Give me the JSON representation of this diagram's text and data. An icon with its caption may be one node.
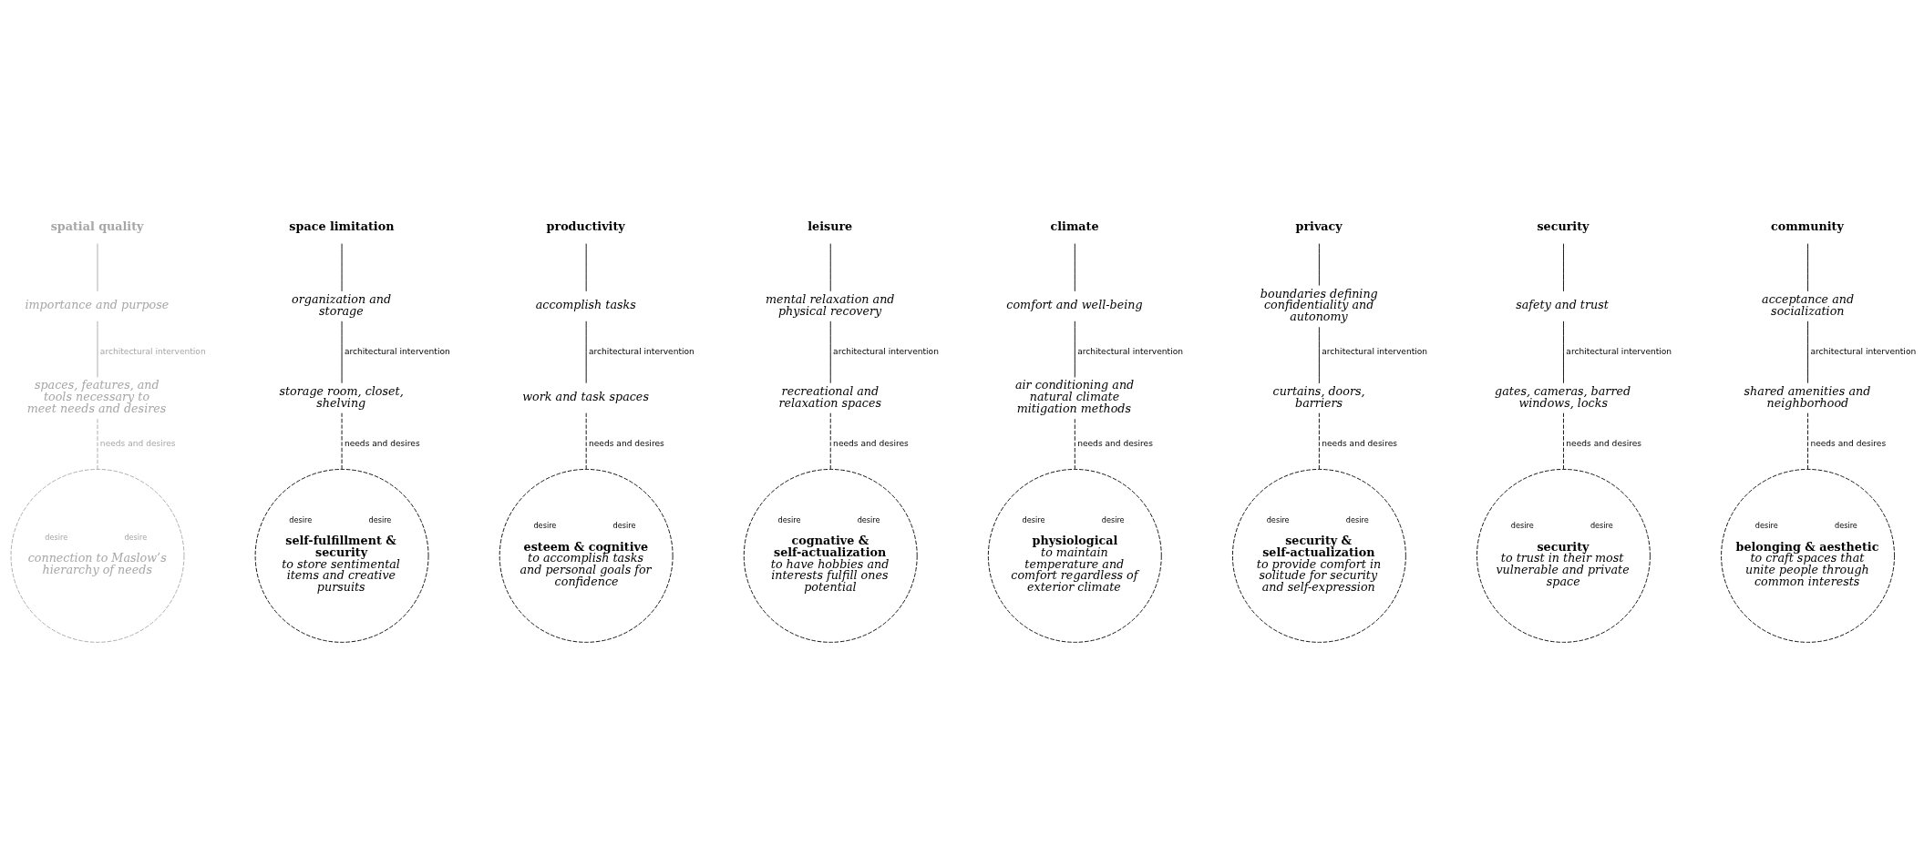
{
  "diagram": {
    "nodes": [
      {
        "text": [
          "spatial quality"
        ]
      },
      {
        "text": [
          "space limitation"
        ]
      },
      {
        "text": [
          "productivity"
        ]
      },
      {
        "text": [
          "leisure"
        ]
      },
      {
        "text": [
          "climate"
        ]
      },
      {
        "text": [
          "privacy"
        ]
      },
      {
        "text": [
          "security"
        ]
      },
      {
        "text": [
          "community"
        ]
      },
      {
        "text": [
          "importance and purpose"
        ]
      },
      {
        "text": [
          "organization and storage"
        ]
      },
      {
        "text": [
          "accomplish tasks"
        ]
      },
      {
        "text": [
          "mental relaxation and physical recovery"
        ]
      },
      {
        "text": [
          "comfort and well-being"
        ]
      },
      {
        "text": [
          "boundaries defining confidentiality and autonomy"
        ]
      },
      {
        "text": [
          "safety and trust"
        ]
      },
      {
        "text": [
          "acceptance and socialization"
        ]
      },
      {
        "text": [
          "spaces, features, and tools necessary to meet needs and desires"
        ]
      },
      {
        "text": [
          "storage room, closet, shelving"
        ]
      },
      {
        "text": [
          "work and task spaces"
        ]
      },
      {
        "text": [
          "recreational and relaxation spaces"
        ]
      },
      {
        "text": [
          "air conditioning and natural climate mitigation methods"
        ]
      },
      {
        "text": [
          "curtains, doors, barriers"
        ]
      },
      {
        "text": [
          "gates, cameras, barred windows, locks"
        ]
      },
      {
        "text": [
          "shared amenities and neighborhood"
        ]
      },
      {
        "text": [
          "desire",
          "desire",
          "connection to Maslow’s hierarchy of needs"
        ]
      },
      {
        "text": [
          "desire",
          "desire",
          "self-fulfillment & security",
          "to store sentimental items and creative pursuits"
        ]
      },
      {
        "text": [
          "desire",
          "desire",
          "esteem & cognitive",
          "to accomplish tasks and personal goals for confidence"
        ]
      },
      {
        "text": [
          "desire",
          "desire",
          "cognative & self-actualization",
          "to have hobbies and interests fulfill ones potential"
        ]
      },
      {
        "text": [
          "desire",
          "desire",
          "physiological",
          "to maintain temperature and comfort regardless of exterior climate"
        ]
      },
      {
        "text": [
          "desire",
          "desire",
          "security & self-actualization",
          "to provide comfort in solitude for security and self-expression"
        ]
      },
      {
        "text": [
          "desire",
          "desire",
          "security",
          "to trust in their most vulnerable and private space"
        ]
      },
      {
        "text": [
          "desire",
          "desire",
          "belonging & aesthetic",
          "to craft spaces that unite people through common interests"
        ]
      }
    ],
    "edges": [
      {
        "from": 0,
        "to": 8,
        "arrow": "none",
        "color": "#a6a6a6"
      },
      {
        "from": 1,
        "to": 9,
        "arrow": "none"
      },
      {
        "from": 2,
        "to": 10,
        "arrow": "none"
      },
      {
        "from": 3,
        "to": 11,
        "arrow": "none"
      },
      {
        "from": 4,
        "to": 12,
        "arrow": "none"
      },
      {
        "from": 5,
        "to": 13,
        "arrow": "none"
      },
      {
        "from": 6,
        "to": 14,
        "arrow": "none"
      },
      {
        "from": 7,
        "to": 15,
        "arrow": "none"
      },
      {
        "from": 8,
        "to": 16,
        "arrow": "none",
        "label": "architectural intervention",
        "color": "#a6a6a6"
      },
      {
        "from": 9,
        "to": 17,
        "arrow": "none",
        "label": "architectural intervention"
      },
      {
        "from": 10,
        "to": 18,
        "arrow": "none",
        "label": "architectural intervention"
      },
      {
        "from": 11,
        "to": 19,
        "arrow": "none",
        "label": "architectural intervention"
      },
      {
        "from": 12,
        "to": 20,
        "arrow": "none",
        "label": "architectural intervention"
      },
      {
        "from": 13,
        "to": 21,
        "arrow": "none",
        "label": "architectural intervention"
      },
      {
        "from": 14,
        "to": 22,
        "arrow": "none",
        "label": "architectural intervention"
      },
      {
        "from": 15,
        "to": 23,
        "arrow": "none",
        "label": "architectural intervention"
      },
      {
        "from": 16,
        "to": 24,
        "arrow": "none",
        "label": "needs and desires",
        "style": "dashed",
        "color": "#a6a6a6"
      },
      {
        "from": 17,
        "to": 25,
        "arrow": "none",
        "label": "needs and desires",
        "style": "dashed"
      },
      {
        "from": 18,
        "to": 26,
        "arrow": "none",
        "label": "needs and desires",
        "style": "dashed"
      },
      {
        "from": 19,
        "to": 27,
        "arrow": "none",
        "label": "needs and desires",
        "style": "dashed"
      },
      {
        "from": 20,
        "to": 28,
        "arrow": "none",
        "label": "needs and desires",
        "style": "dashed"
      },
      {
        "from": 21,
        "to": 29,
        "arrow": "none",
        "label": "needs and desires",
        "style": "dashed"
      },
      {
        "from": 22,
        "to": 30,
        "arrow": "none",
        "label": "needs and desires",
        "style": "dashed"
      },
      {
        "from": 23,
        "to": 31,
        "arrow": "none",
        "label": "needs and desires",
        "style": "dashed"
      }
    ]
  }
}
